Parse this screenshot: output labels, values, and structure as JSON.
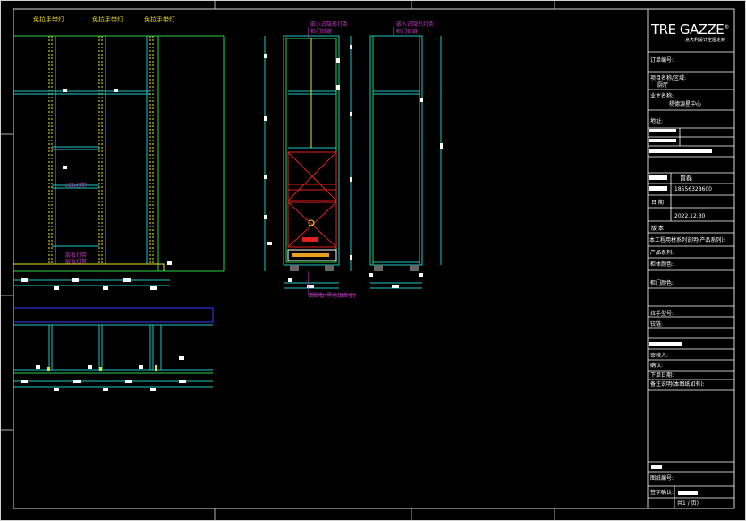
{
  "drawing": {
    "labels_top": [
      "免拉手带灯",
      "免拉手带灯",
      "免拉手带灯"
    ],
    "center_notes": {
      "note1_a": "嵌入式隐形灯条",
      "note1_b": "柜门铰链",
      "note2_a": "嵌入式隐形灯条",
      "note2_b": "柜门铰链",
      "bottom_note": "踢脚板(黑色铝合金)"
    },
    "side_notes": {
      "a": "LED灯带",
      "b": "层板灯带",
      "c": "层板灯带"
    }
  },
  "title_block": {
    "logo": "TRE GAZZE",
    "logo_mark": "®",
    "logo_sub": "意大利设计全屋定制",
    "project_no_label": "订单编号:",
    "project_name_label": "项目名称/区域:",
    "project_area": "厨厅",
    "customer_label": "业主名称:",
    "customer_value": "杨德源星中心",
    "address_label": "地址:",
    "designer_value": "曾磊",
    "phone_value": "18556328600",
    "date_label": "日 期",
    "date_value": "2022.12.30",
    "version_label": "版 本",
    "material_header": "本工程用材系列说明(产品系列):",
    "product_series": "产品系列:",
    "cabinet_color": "柜体颜色:",
    "door_color": "柜门颜色:",
    "handle_label": "拉手型号:",
    "hinge_label": "铰链:",
    "reviewer_label": "审核人:",
    "confirm_label": "确认:",
    "order_date_label": "下单日期:",
    "remarks_label": "备注说明(本图纸如有):",
    "drawing_no_label": "图纸编号:",
    "sign_label": "签字确认:",
    "page_label": "共1 / 页)"
  }
}
